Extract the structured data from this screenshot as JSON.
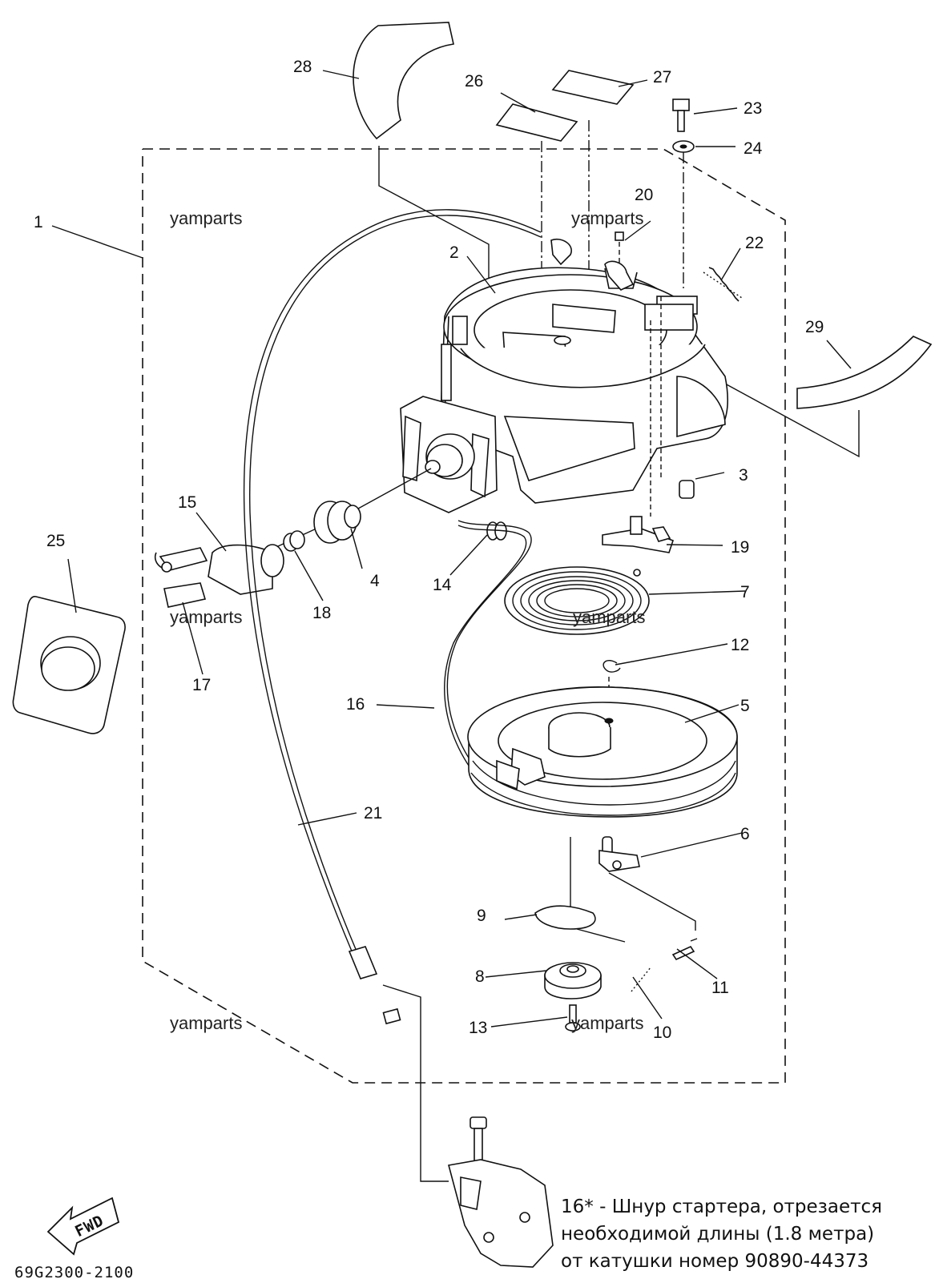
{
  "callouts": [
    "1",
    "2",
    "3",
    "4",
    "5",
    "6",
    "7",
    "8",
    "9",
    "10",
    "11",
    "12",
    "13",
    "14",
    "15",
    "16",
    "17",
    "18",
    "19",
    "20",
    "21",
    "22",
    "23",
    "24",
    "25",
    "26",
    "27",
    "28",
    "29"
  ],
  "watermark": "yamparts",
  "diagram_code": "69G2300-2100",
  "fwd_label": "FWD",
  "note": {
    "line1": "16* - Шнур стартера, отрезается",
    "line2": "необходимой длины (1.8 метра)",
    "line3": "от катушки номер 90890-44373"
  }
}
